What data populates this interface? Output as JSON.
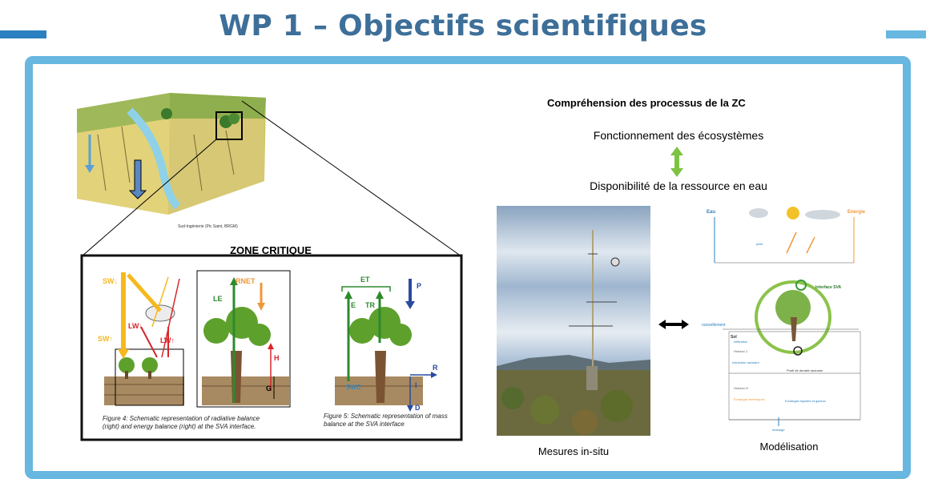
{
  "header": {
    "title": "WP 1 – Objectifs scientifiques",
    "accent_color": "#3d6f99",
    "bar_colors": [
      "#2a80c0",
      "#67b7e1"
    ]
  },
  "frame": {
    "border_color": "#67b7e1"
  },
  "left_panel": {
    "block_credit": "Sud-Ingénierie (Pic Saint, BRGM)",
    "zone_title": "ZONE CRITIQUE",
    "radiative_labels": {
      "sw_down": "SW↓",
      "sw_up": "SW↑",
      "lw_down": "LW↓",
      "lw_up": "LW↑",
      "rnet": "RNET",
      "le": "LE",
      "h": "H",
      "g": "G"
    },
    "mass_labels": {
      "et": "ET",
      "e": "E",
      "tr": "TR",
      "p": "P",
      "r": "R",
      "i": "I",
      "d": "D",
      "swc": "SWC"
    },
    "figure4_caption": "Figure 4: Schematic representation of radiative balance (right) and energy balance (right) at the SVA interface.",
    "figure5_caption": "Figure 5: Schematic representation of mass balance at the SVA interface"
  },
  "right_panel": {
    "heading": "Compréhension des processus de la ZC",
    "line1": "Fonctionnement des écosystèmes",
    "line2": "Disponibilité de la ressource en eau",
    "arrow_color": "#7dc242",
    "photo_caption": "Mesures in-situ",
    "model_caption": "Modélisation"
  },
  "model_diagram": {
    "eau": "Eau",
    "energie": "Energie",
    "pluie": "pluie",
    "interface": "Interface SVA",
    "ruissellement": "ruissellement",
    "sol": "Sol",
    "infiltration": "infiltration",
    "horizon1": "Horizon 1",
    "horizonH": "Horizon H",
    "extraction": "extraction racinaire",
    "profil": "Profil de densité racinaire",
    "echanges_therm": "Echanges thermiques",
    "echanges_liq": "Echanges liquides et gazeux",
    "drainage": "drainage"
  }
}
